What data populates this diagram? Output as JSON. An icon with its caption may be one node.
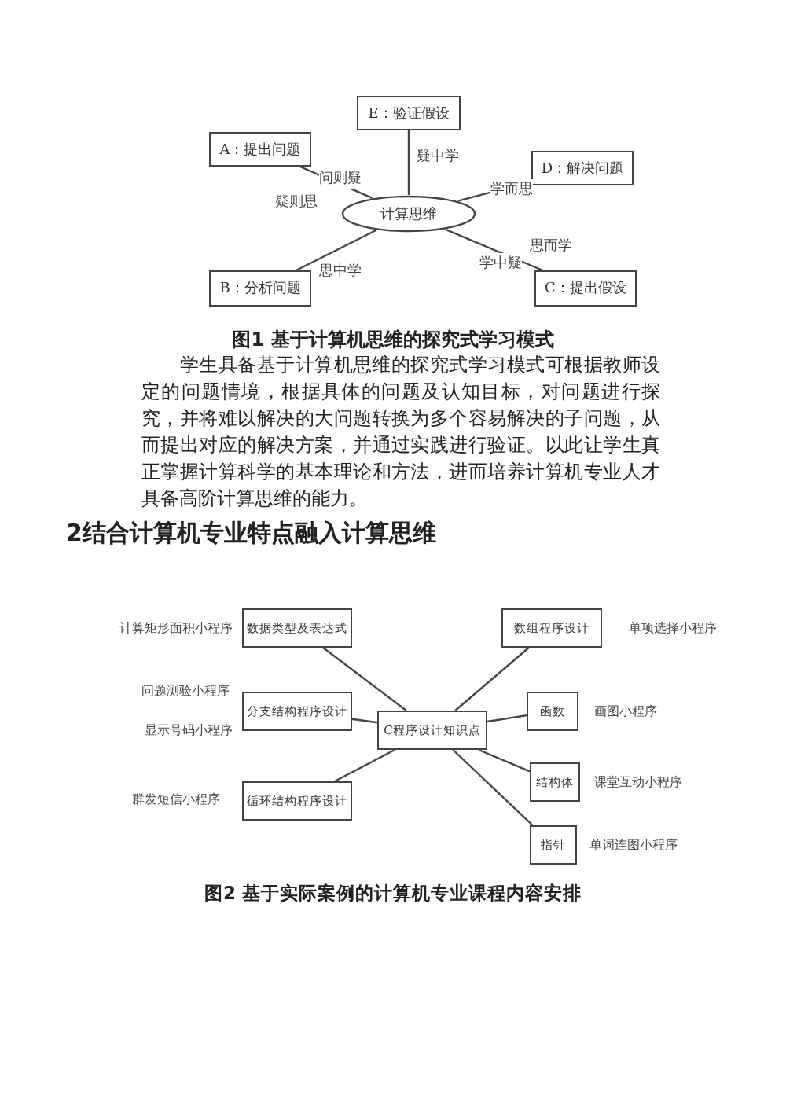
{
  "diagram": {
    "nodes": [
      {
        "text": [
          "E：验证假设"
        ]
      },
      {
        "text": [
          "A：提出问题"
        ]
      },
      {
        "text": [
          "D：解决问题"
        ]
      },
      {
        "text": [
          "计算思维"
        ]
      },
      {
        "text": [
          "B：分析问题"
        ]
      },
      {
        "text": [
          "C：提出假设"
        ]
      },
      {
        "text": [
          "数据类型及表达式"
        ],
        "beside": [
          "计算矩形面积小程序"
        ]
      },
      {
        "text": [
          "数组程序设计"
        ],
        "beside": [
          "单项选择小程序"
        ]
      },
      {
        "text": [
          "分支结构程序设计"
        ],
        "beside": [
          "问题测验小程序",
          "显示号码小程序"
        ]
      },
      {
        "text": [
          "函数"
        ],
        "beside": [
          "画图小程序"
        ]
      },
      {
        "text": [
          "C程序设计知识点"
        ]
      },
      {
        "text": [
          "结构体"
        ],
        "beside": [
          "课堂互动小程序"
        ]
      },
      {
        "text": [
          "循环结构程序设计"
        ],
        "beside": [
          "群发短信小程序"
        ]
      },
      {
        "text": [
          "指针"
        ],
        "beside": [
          "单词连图小程序"
        ]
      }
    ],
    "edges": [
      {
        "from": 3,
        "to": 0,
        "arrow": "none",
        "label": "疑中学"
      },
      {
        "from": 3,
        "to": 1,
        "arrow": "none",
        "label": "问则疑"
      },
      {
        "from": 3,
        "to": 2,
        "arrow": "none",
        "label": "学而思"
      },
      {
        "from": 3,
        "to": 4,
        "arrow": "none",
        "label": "思中学"
      },
      {
        "from": 3,
        "to": 5,
        "arrow": "none",
        "label": "思而学"
      },
      {
        "from": 10,
        "to": 6,
        "arrow": "none"
      },
      {
        "from": 10,
        "to": 8,
        "arrow": "none"
      },
      {
        "from": 10,
        "to": 12,
        "arrow": "none"
      },
      {
        "from": 10,
        "to": 7,
        "arrow": "none"
      },
      {
        "from": 10,
        "to": 9,
        "arrow": "none"
      },
      {
        "from": 10,
        "to": 11,
        "arrow": "none"
      },
      {
        "from": 10,
        "to": 13,
        "arrow": "none"
      }
    ],
    "labels": [
      "疑则思",
      "学中疑",
      "图1 基于计算机思维的探究式学习模式",
      "学生具备基于计算机思维的探究式学习模式可根据教师设定的问题情境，根据具体的问题及认知目标，对问题进行探究，并将难以解决的大问题转换为多个容易解决的子问题，从而提出对应的解决方案，并通过实践进行验证。以此让学生真正掌握计算科学的基本理论和方法，进而培养计算机专业人才具备高阶计算思维的能力。",
      "2结合计算机专业特点融入计算思维",
      "图2 基于实际案例的计算机专业课程内容安排"
    ]
  }
}
